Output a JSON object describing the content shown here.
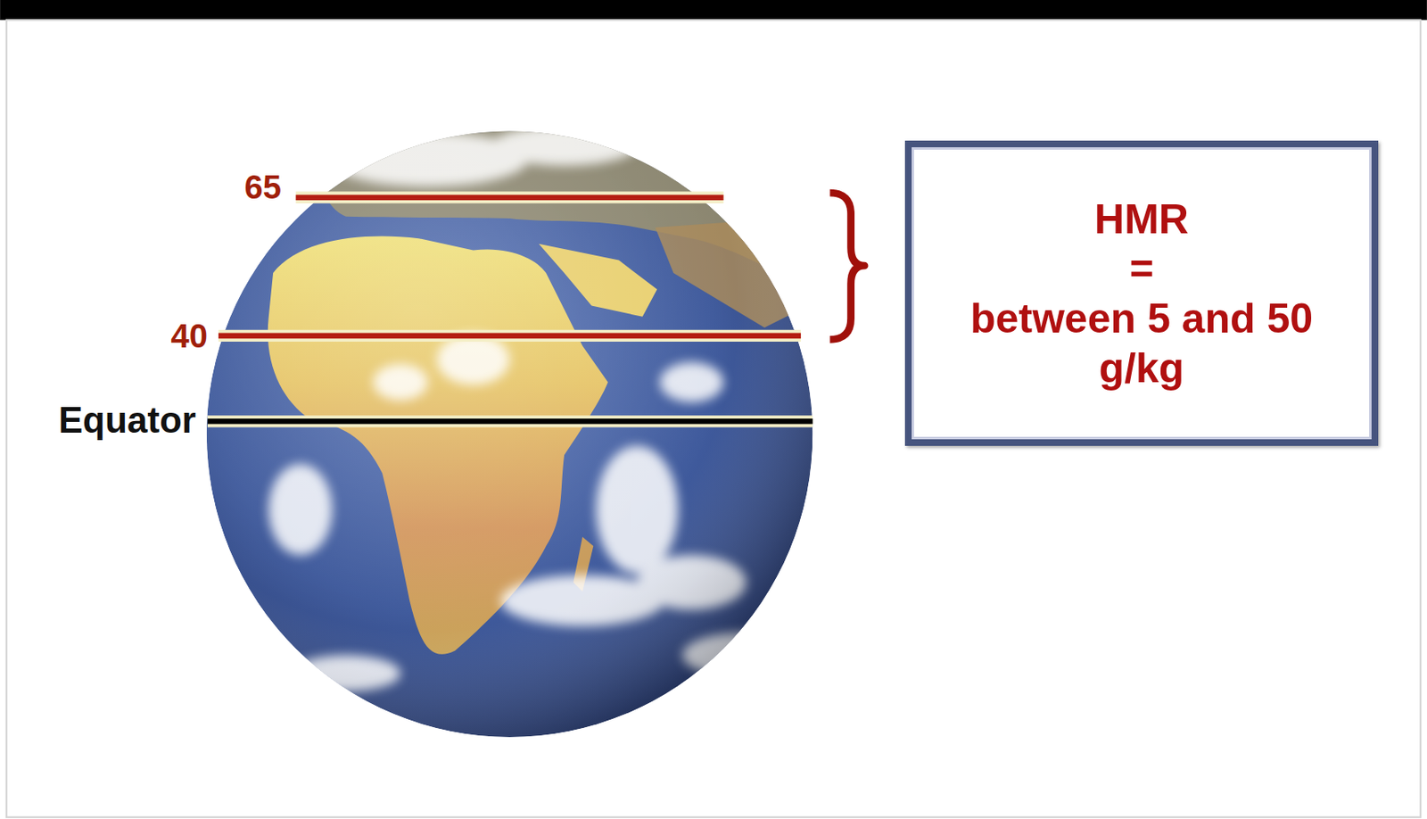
{
  "diagram": {
    "nodes": [
      {
        "text": [
          "HMR",
          "=",
          "between 5 and 50 g/kg"
        ]
      }
    ],
    "labels": [
      "65",
      "40",
      "Equator"
    ]
  }
}
